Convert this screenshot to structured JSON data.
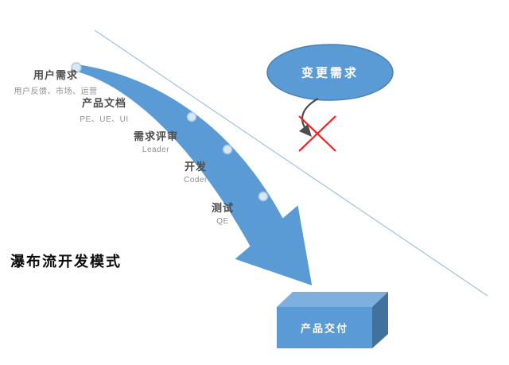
{
  "title": "瀑布流开发模式",
  "stages": [
    {
      "label": "用户需求",
      "sub": "用户反馈、市场、运营"
    },
    {
      "label": "产品文档",
      "sub": "PE、UE、UI"
    },
    {
      "label": "需求评审",
      "sub": "Leader"
    },
    {
      "label": "开发",
      "sub": "Coder"
    },
    {
      "label": "测试",
      "sub": "QE"
    }
  ],
  "change_bubble": {
    "label": "变更需求"
  },
  "delivery_box": {
    "label": "产品交付"
  },
  "colors": {
    "arrow": "#5b9bd5",
    "diagonal_line": "#9dc3e6",
    "dot_fill": "#d9e7f5",
    "dot_stroke": "#a8c6e3",
    "bubble_fill": "#5b9bd5",
    "bubble_stroke": "#4a7fb5",
    "change_arrow": "#4d4d4d",
    "reject_x": "#fb1d1c",
    "box_front": "#5b9bd5",
    "box_top": "#7fafdf",
    "box_side": "#41719c"
  }
}
